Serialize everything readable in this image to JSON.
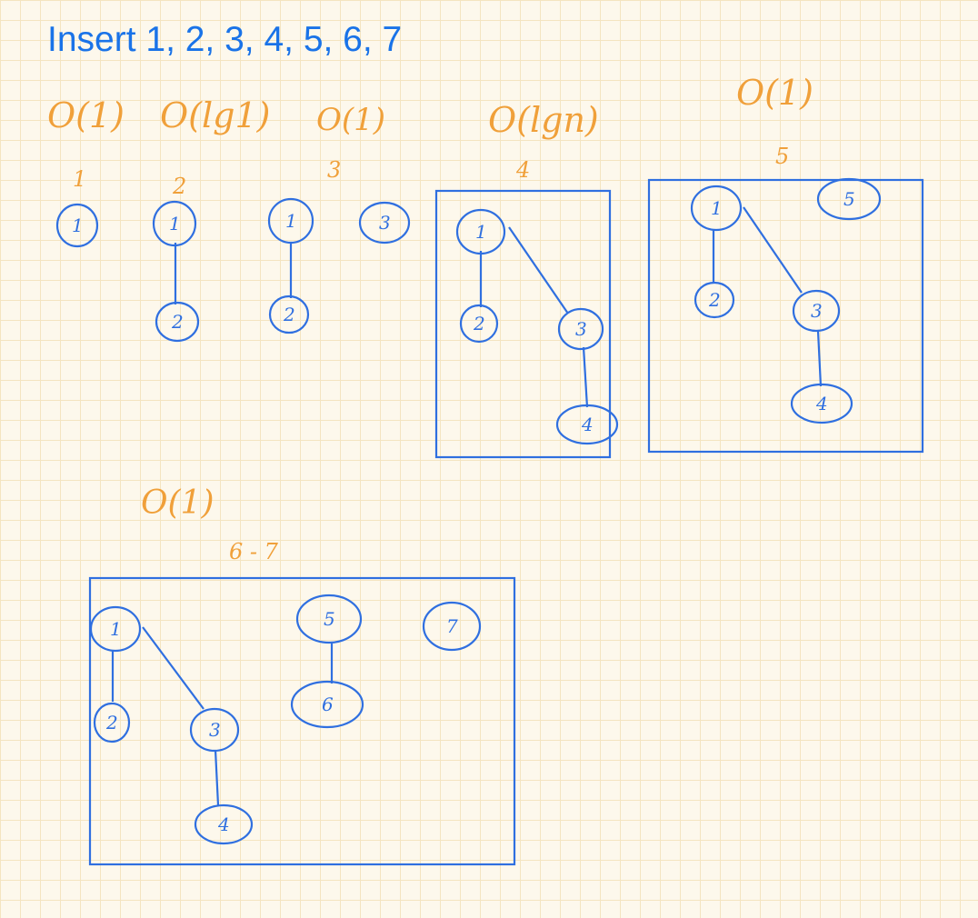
{
  "title": "Insert 1, 2, 3, 4, 5, 6, 7",
  "costs": [
    "O(1)",
    "O(lg1)",
    "O(1)",
    "O(lgn)",
    "O(1)",
    "O(1)"
  ],
  "steps": [
    "1",
    "2",
    "3",
    "4",
    "5",
    "6 - 7"
  ],
  "nodes": [
    "1",
    "2",
    "3",
    "4",
    "5",
    "6",
    "7"
  ],
  "colors": {
    "ink": "#2f6fe0",
    "annotation": "#f0a03a",
    "title": "#1a73e8"
  }
}
